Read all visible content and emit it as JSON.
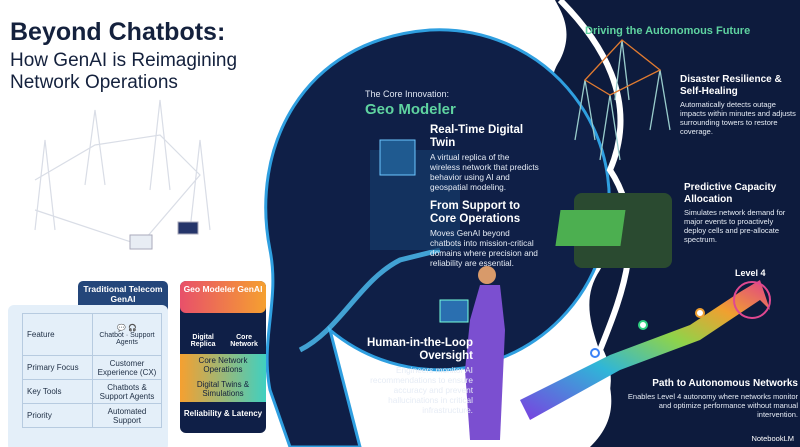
{
  "title": {
    "line1": "Beyond Chatbots:",
    "line2": "How GenAI is Reimagining Network Operations"
  },
  "core": {
    "eyebrow": "The Core Innovation:",
    "name": "Geo Modeler"
  },
  "digital_twin": {
    "heading": "Real-Time Digital Twin",
    "body": "A virtual replica of the wireless network that predicts behavior using AI and geospatial modeling."
  },
  "support_to_core": {
    "heading": "From Support to Core Operations",
    "body": "Moves GenAI beyond chatbots into mission-critical domains where precision and reliability are essential."
  },
  "human_loop": {
    "heading": "Human-in-the-Loop Oversight",
    "body": "Engineers monitor AI recommendations to ensure accuracy and prevent hallucinations in critical infrastructure."
  },
  "future": {
    "heading": "Driving the Autonomous Future"
  },
  "disaster": {
    "heading": "Disaster Resilience & Self-Healing",
    "body": "Automatically detects outage impacts within minutes and adjusts surrounding towers to restore coverage."
  },
  "capacity": {
    "heading": "Predictive Capacity Allocation",
    "body": "Simulates network demand for major events to proactively deploy cells and pre-allocate spectrum."
  },
  "path": {
    "level": "Level 4",
    "heading": "Path to Autonomous Networks",
    "body": "Enables Level 4 autonomy where networks monitor and optimize performance without manual intervention."
  },
  "comparison": {
    "traditional_header": "Traditional Telecom GenAI",
    "geo_header": "Geo Modeler GenAI",
    "rows": [
      {
        "label": "Feature",
        "traditional": "",
        "geo": ""
      },
      {
        "label": "Primary Focus",
        "traditional": "Customer Experience (CX)",
        "geo": "Core Network Operations"
      },
      {
        "label": "Key Tools",
        "traditional": "Chatbots & Support Agents",
        "geo": "Digital Twins & Simulations"
      },
      {
        "label": "Priority",
        "traditional": "Automated Support",
        "geo": "Reliability & Latency"
      }
    ],
    "feature_icons": {
      "chatbot": "Chatbot",
      "support": "Support Agents",
      "replica": "Digital Replica",
      "core": "Core Network"
    }
  },
  "watermark": "NotebookLM",
  "colors": {
    "navy": "#0d1b3d",
    "accent_green": "#5fd3a0",
    "title": "#14213d"
  }
}
